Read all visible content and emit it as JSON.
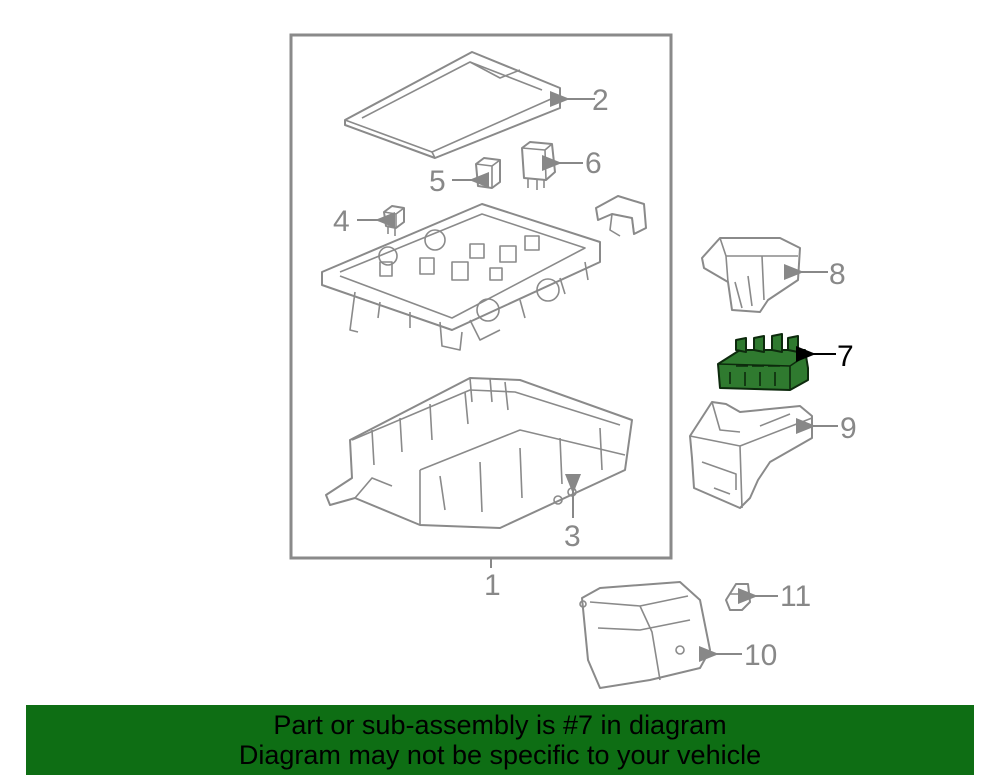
{
  "callouts": {
    "c1": "1",
    "c2": "2",
    "c3": "3",
    "c4": "4",
    "c5": "5",
    "c6": "6",
    "c7": "7",
    "c8": "8",
    "c9": "9",
    "c10": "10",
    "c11": "11"
  },
  "banner": {
    "line1": "Part or sub-assembly is #7 in diagram",
    "line2": "Diagram may not be specific to your vehicle"
  },
  "colors": {
    "highlight": "#2f7a2f",
    "banner": "#0e6e14",
    "line": "#8a8a8a"
  }
}
